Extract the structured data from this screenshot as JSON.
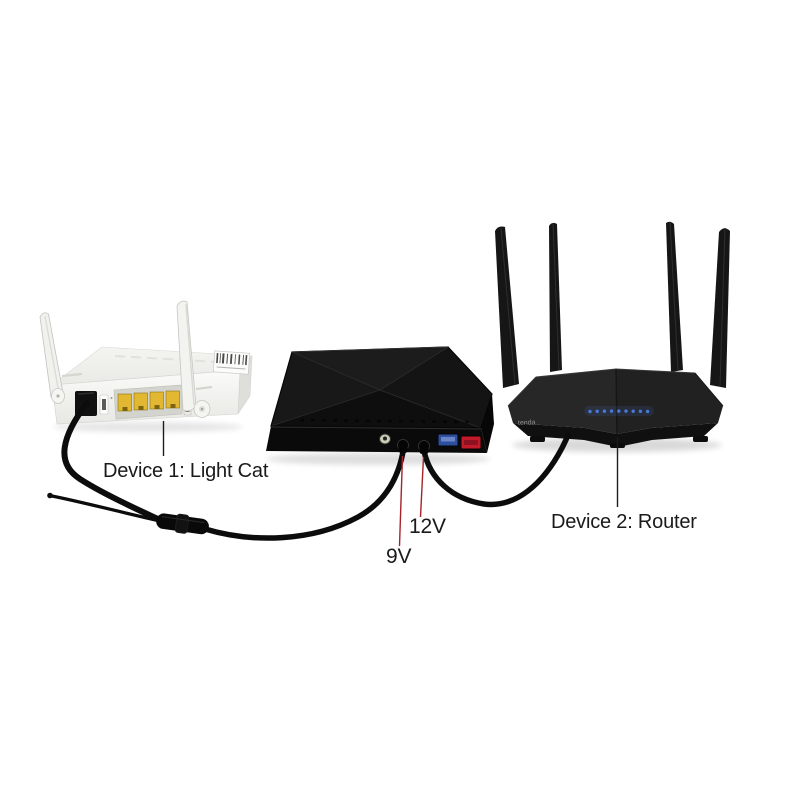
{
  "diagram": {
    "background": "#ffffff",
    "annotations": {
      "device1_label": "Device 1: Light Cat",
      "device2_label": "Device 2: Router",
      "ups_output_9v_label": "9V",
      "ups_output_12v_label": "12V"
    },
    "devices": {
      "modem": {
        "ethernet_port_count": 4,
        "antenna_count": 2
      },
      "ups": {
        "dc_output_count": 2,
        "usb_port_count": 2
      },
      "router": {
        "logo_text": "tenda",
        "antenna_count": 4,
        "led_count": 9
      }
    },
    "colors": {
      "annotation_red": "#a6232a",
      "annotation_black": "#1c1c1c",
      "ethernet_yellow": "#e2b732",
      "usb_blue": "#2d4f9e",
      "usb_red": "#c11a2b",
      "led_blue": "#4878dc"
    }
  }
}
